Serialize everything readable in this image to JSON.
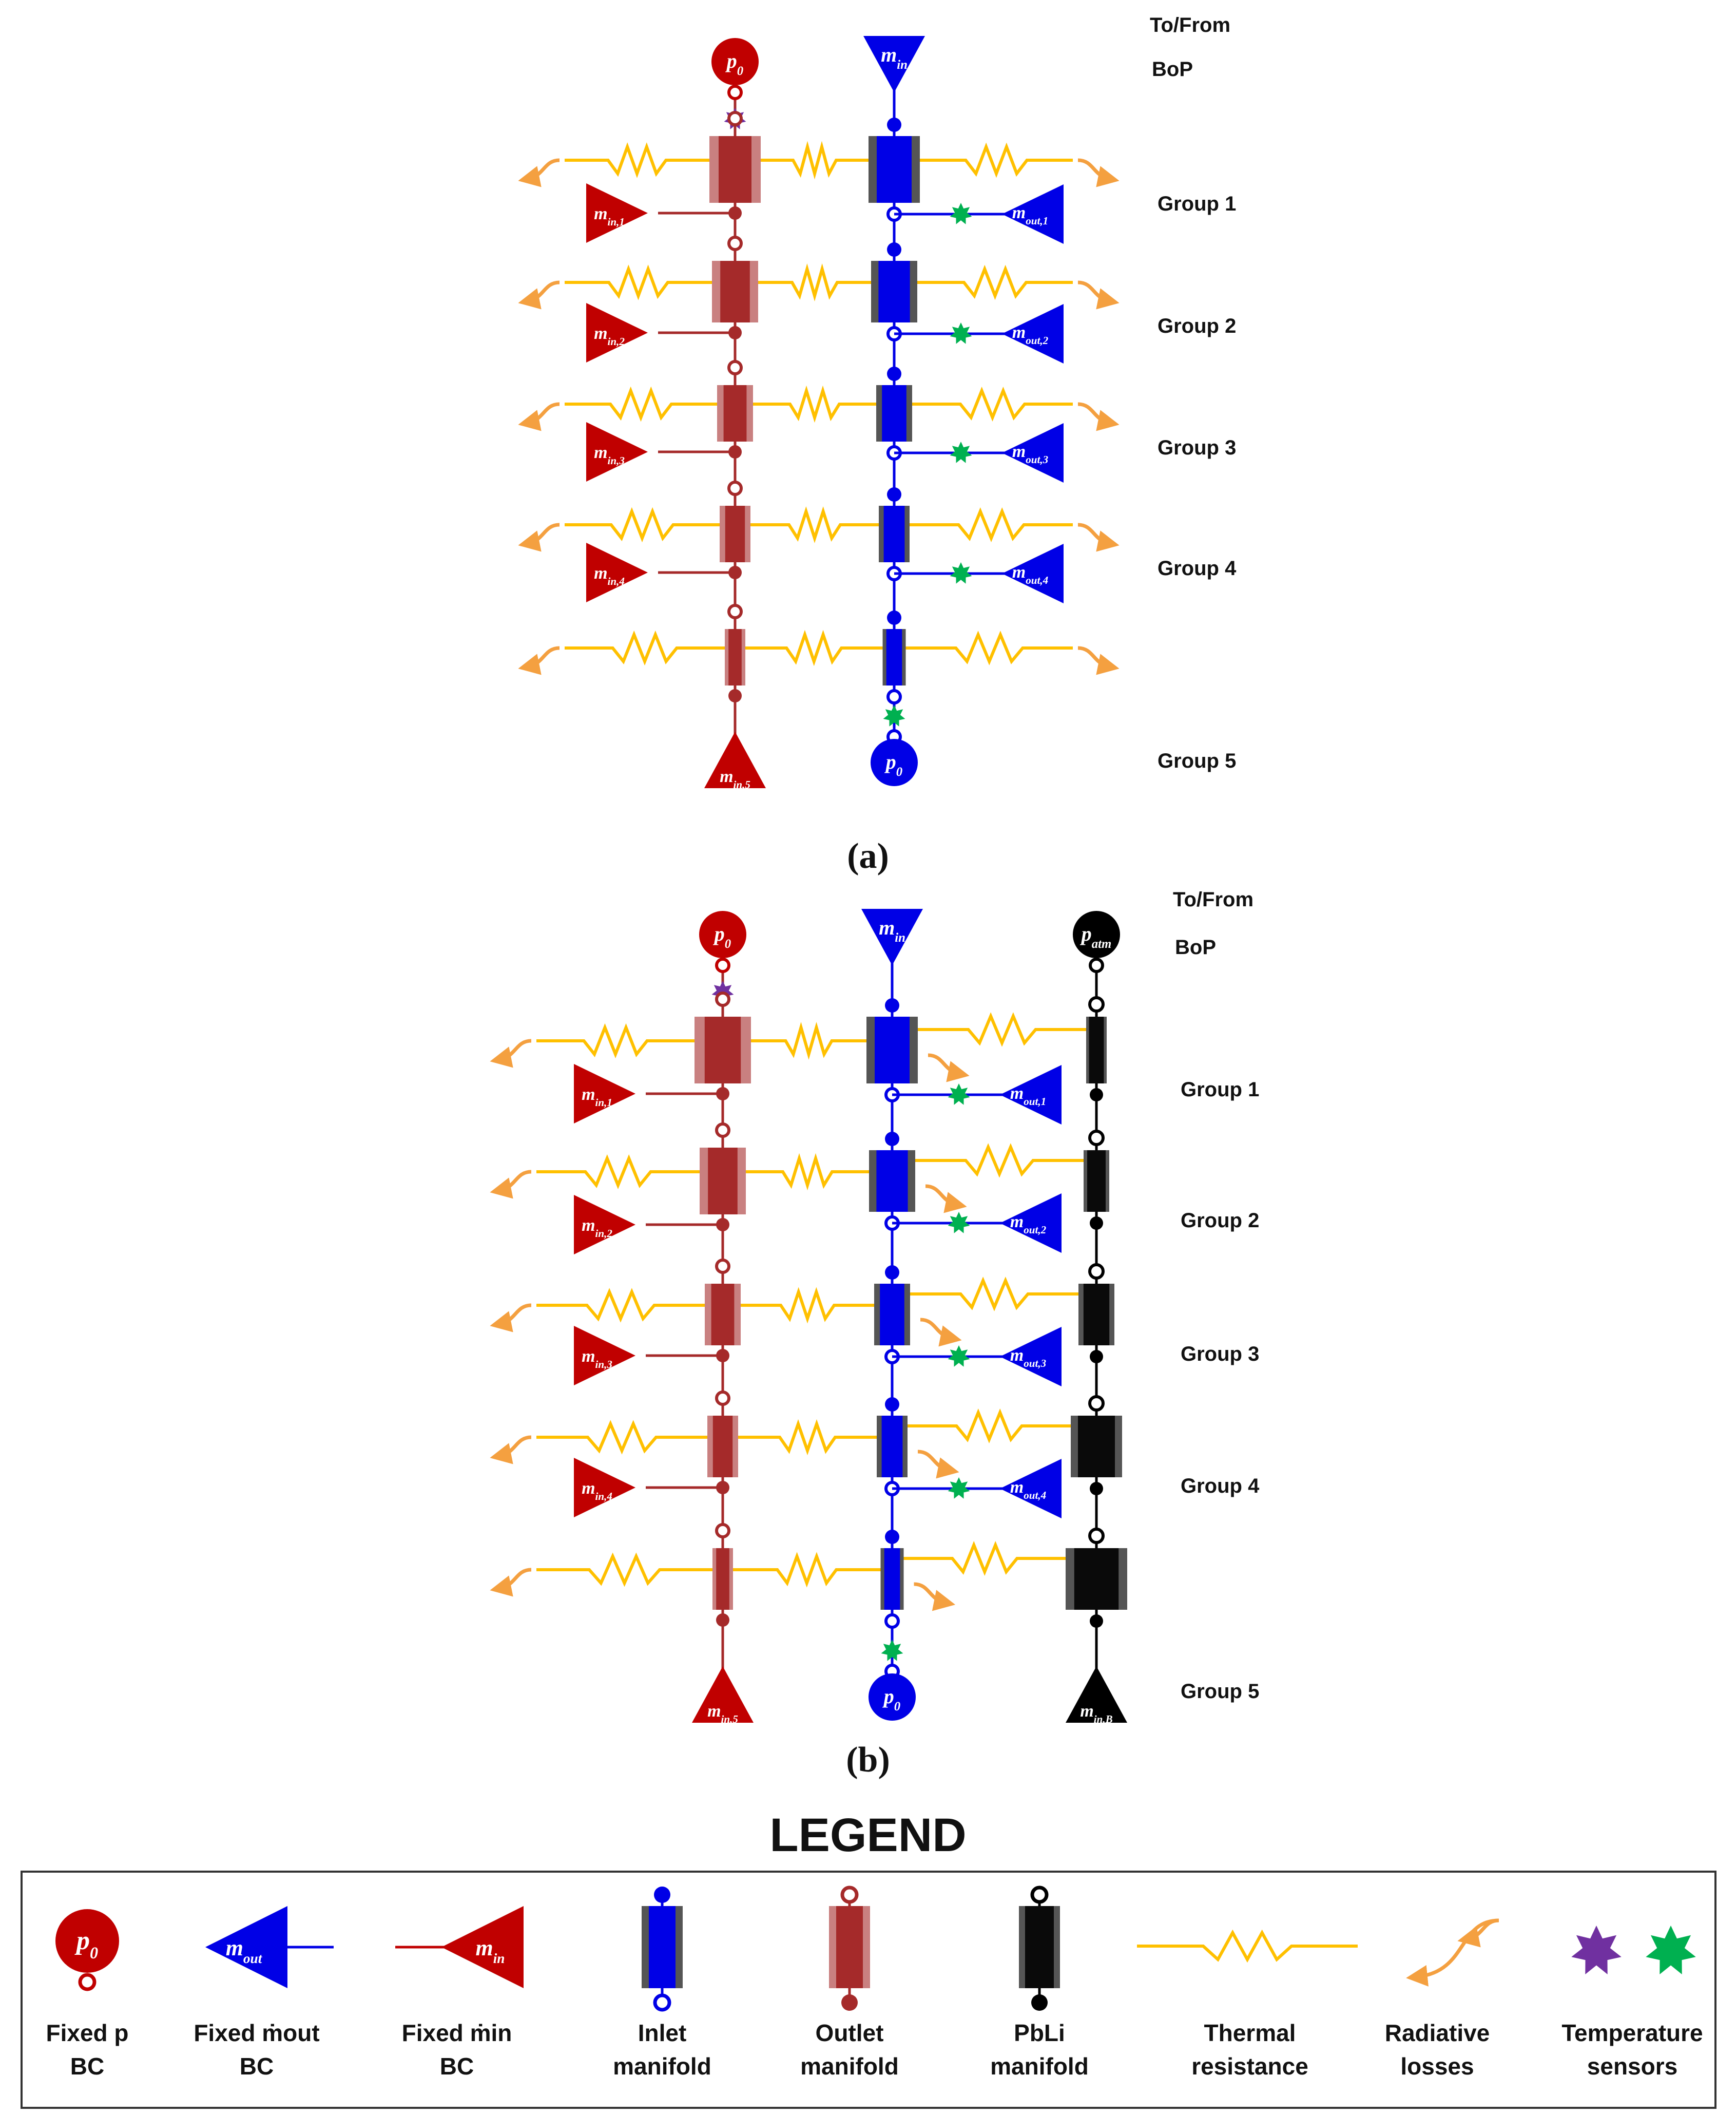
{
  "panels": [
    {
      "id": "a",
      "caption": "(a)",
      "header": [
        "To/From",
        "BoP"
      ],
      "groups": [
        "Group 1",
        "Group 2",
        "Group 3",
        "Group 4",
        "Group 5"
      ],
      "outlet_top": "p0",
      "inlet_top": "min",
      "outlet_side": [
        "min,1",
        "min,2",
        "min,3",
        "min,4"
      ],
      "inlet_side": [
        "mout,1",
        "mout,2",
        "mout,3",
        "mout,4"
      ],
      "outlet_bottom": "min,5",
      "inlet_bottom": "p0"
    },
    {
      "id": "b",
      "caption": "(b)",
      "header": [
        "To/From",
        "BoP"
      ],
      "groups": [
        "Group 1",
        "Group 2",
        "Group 3",
        "Group 4",
        "Group 5"
      ],
      "outlet_top": "p0",
      "inlet_top": "min",
      "pbli_top": "patm",
      "outlet_side": [
        "min,1",
        "min,2",
        "min,3",
        "min,4"
      ],
      "inlet_side": [
        "mout,1",
        "mout,2",
        "mout,3",
        "mout,4"
      ],
      "outlet_bottom": "min,5",
      "inlet_bottom": "p0",
      "pbli_bottom": "min,B"
    }
  ],
  "legend": {
    "title": "LEGEND",
    "items": [
      {
        "key": "fixed-p",
        "label": [
          "Fixed p",
          "BC"
        ]
      },
      {
        "key": "fixed-mout",
        "label": [
          "Fixed ṁout",
          "BC"
        ]
      },
      {
        "key": "fixed-min",
        "label": [
          "Fixed ṁin",
          "BC"
        ]
      },
      {
        "key": "inlet",
        "label": [
          "Inlet",
          "manifold"
        ]
      },
      {
        "key": "outlet",
        "label": [
          "Outlet",
          "manifold"
        ]
      },
      {
        "key": "pbli",
        "label": [
          "PbLi",
          "manifold"
        ]
      },
      {
        "key": "thermal",
        "label": [
          "Thermal",
          "resistance"
        ]
      },
      {
        "key": "radiative",
        "label": [
          "Radiative",
          "losses"
        ]
      },
      {
        "key": "sensors",
        "label": [
          "Temperature",
          "sensors"
        ]
      }
    ]
  },
  "colors": {
    "outlet": "#a52a2a",
    "outlet_light": "#c98080",
    "inlet": "#0000e6",
    "inlet_dark": "#555555",
    "pbli": "#0a0a0a",
    "bc_red": "#c00000",
    "thermal": "#ffc000",
    "radiative": "#f4a040",
    "sensor_purple": "#7030a0",
    "sensor_green": "#00b050"
  }
}
